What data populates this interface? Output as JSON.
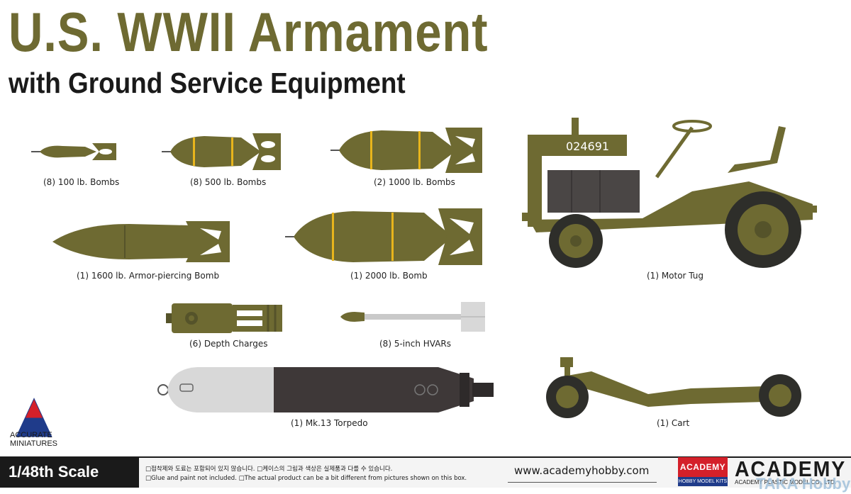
{
  "header": {
    "title": "U.S. WWII Armament",
    "subtitle": "with Ground Service Equipment"
  },
  "items": {
    "bombs_100": "(8) 100 lb. Bombs",
    "bombs_500": "(8) 500 lb. Bombs",
    "bombs_1000": "(2) 1000 lb. Bombs",
    "motor_tug": "(1) Motor Tug",
    "bomb_1600": "(1) 1600 lb. Armor-piercing Bomb",
    "bomb_2000": "(1) 2000 lb. Bomb",
    "depth_charges": "(6) Depth Charges",
    "hvars": "(8) 5-inch HVARs",
    "torpedo": "(1) Mk.13 Torpedo",
    "cart": "(1) Cart"
  },
  "tug_number": "024691",
  "accurate_miniatures": {
    "line1": "ACCURATE",
    "line2": "MINIATURES"
  },
  "footer": {
    "scale": "1/48th Scale",
    "notice_ko": "□접착제와 도료는 포함되어 있지 않습니다. □케이스의 그림과 색상은 실제품과 다를 수 있습니다.",
    "notice_en": "□Glue and paint not included. □The actual product can be a bit different from pictures shown on this box.",
    "website": "www.academyhobby.com",
    "badge_top": "ACADEMY",
    "badge_bottom": "HOBBY MODEL KITS",
    "brand": "ACADEMY",
    "brand_sub": "ACADEMY PLASTIC MODEL CO., LTD.",
    "watermark": "TAKA Hobby"
  },
  "colors": {
    "olive": "#6e6a32",
    "olive_dark": "#55532a",
    "stripe": "#e8b51c",
    "torpedo_grey": "#d8d8d8",
    "torpedo_dark": "#3e3838",
    "rocket_grey": "#c9c9c9"
  }
}
